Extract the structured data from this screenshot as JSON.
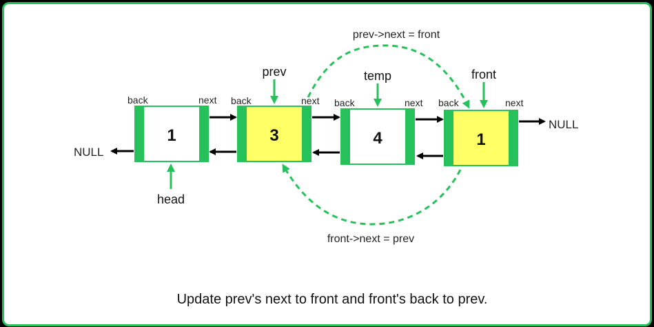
{
  "colors": {
    "green": "#27c15b",
    "highlight": "#ffff66",
    "white": "#ffffff",
    "arrow": "#000000"
  },
  "nodes": [
    {
      "value": "1",
      "highlight": false
    },
    {
      "value": "3",
      "highlight": true
    },
    {
      "value": "4",
      "highlight": false
    },
    {
      "value": "1",
      "highlight": true
    }
  ],
  "labels": {
    "back": "back",
    "next": "next",
    "null": "NULL"
  },
  "pointers": {
    "head": "head",
    "prev": "prev",
    "temp": "temp",
    "front": "front"
  },
  "expressions": {
    "top": "prev->next = front",
    "bottom": "front->next = prev"
  },
  "caption": "Update prev's next to front and front's back to prev."
}
